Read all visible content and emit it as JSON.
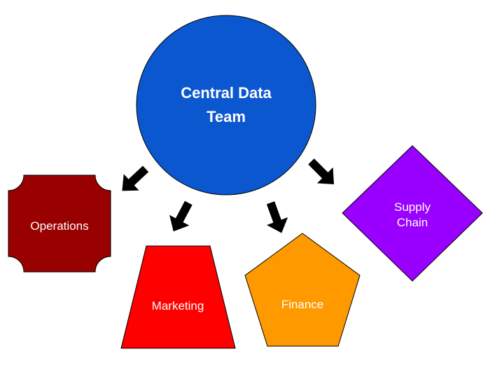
{
  "diagram": {
    "center": {
      "line1": "Central Data",
      "line2": "Team",
      "color": "#0b57d0"
    },
    "nodes": {
      "operations": {
        "label": "Operations",
        "color": "#990000"
      },
      "marketing": {
        "label": "Marketing",
        "color": "#ff0000"
      },
      "finance": {
        "label": "Finance",
        "color": "#ff9900"
      },
      "supply_chain": {
        "line1": "Supply",
        "line2": "Chain",
        "color": "#9900ff"
      }
    },
    "arrow_color": "#000000"
  }
}
